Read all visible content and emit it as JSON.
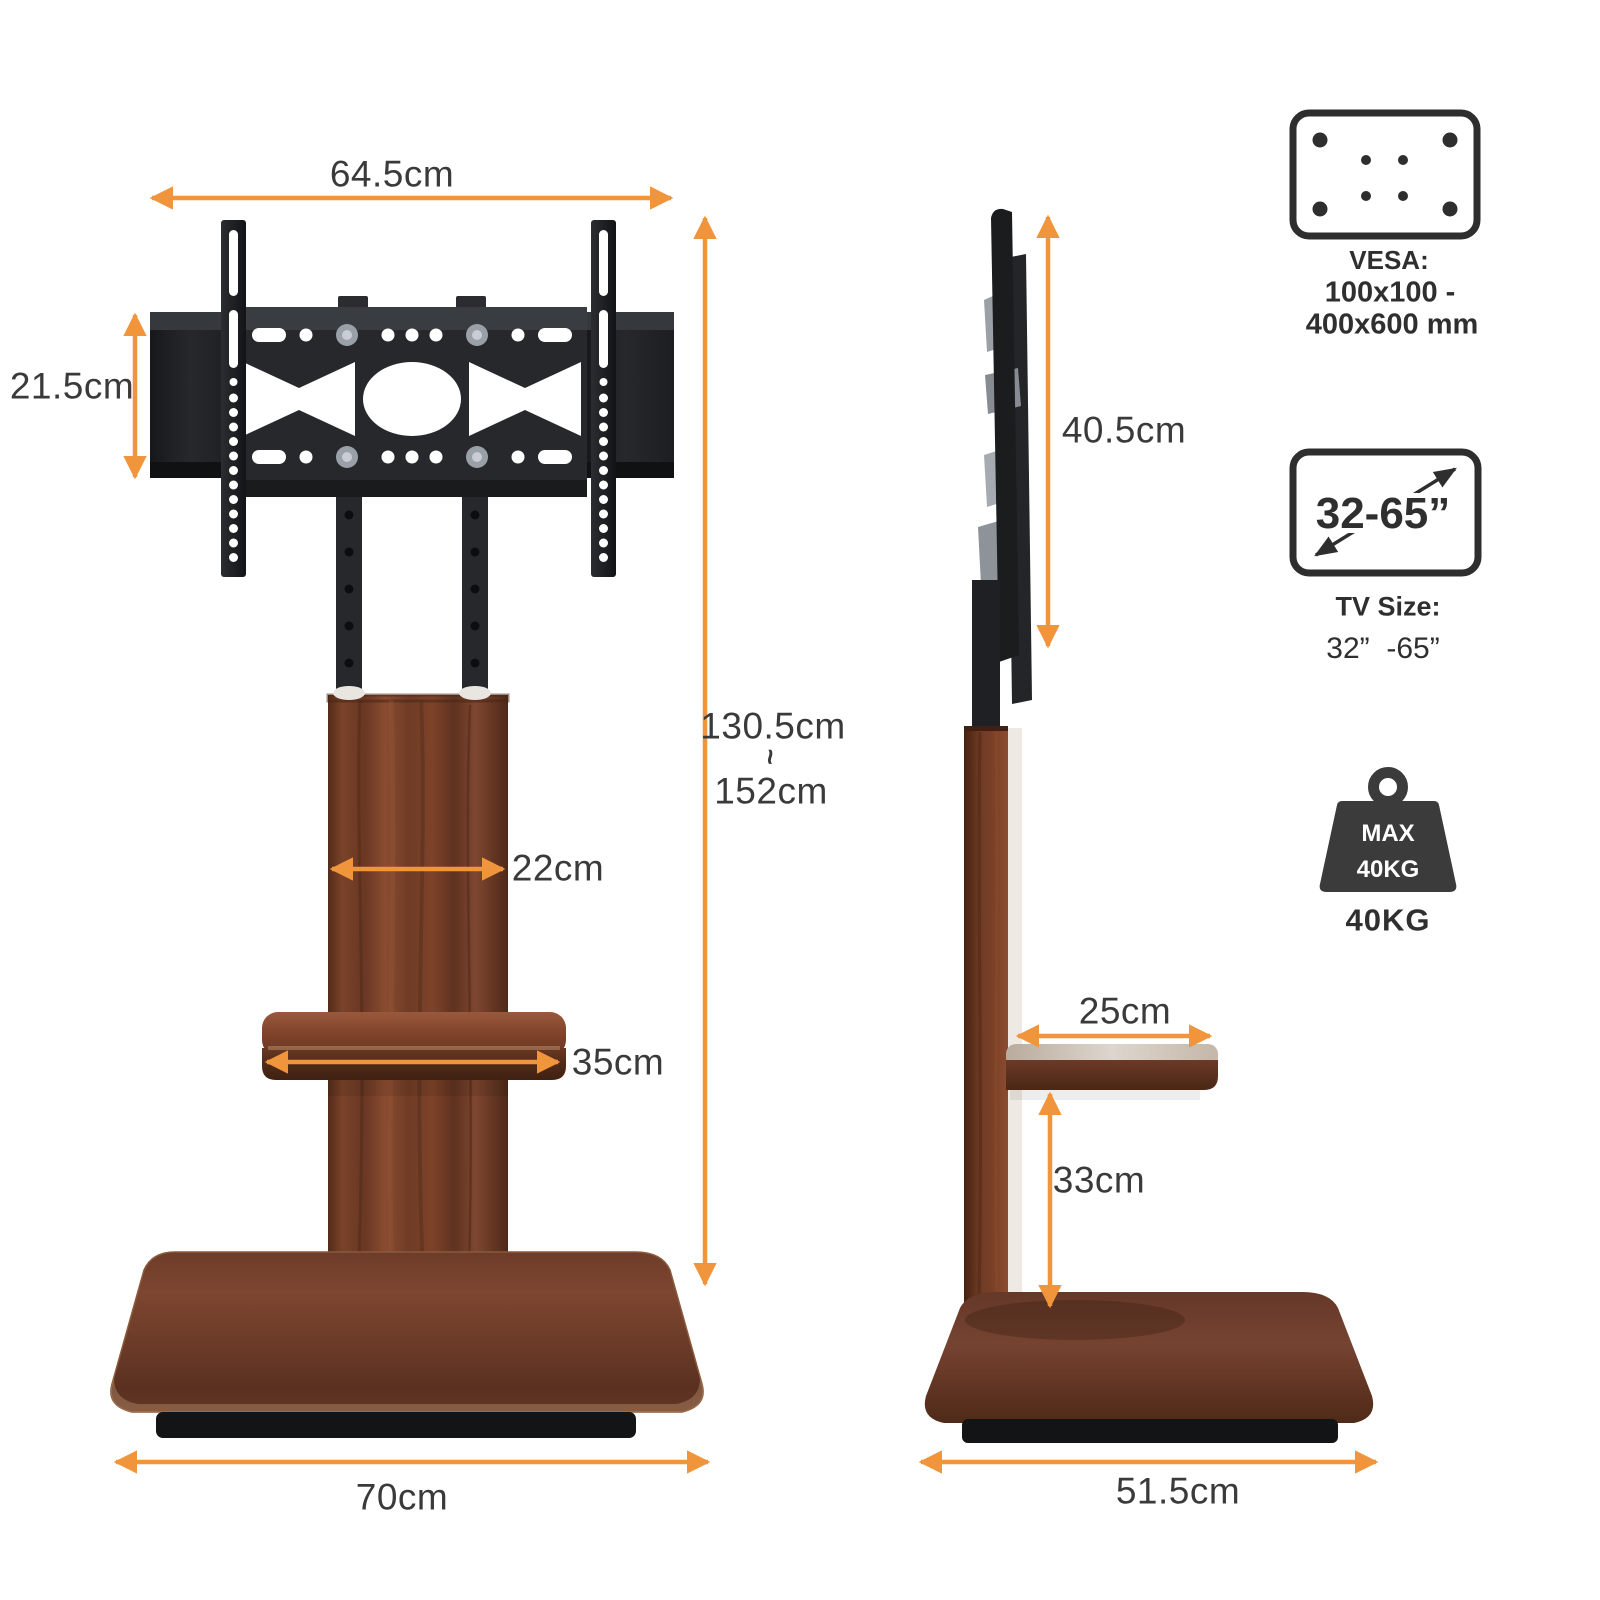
{
  "colors": {
    "accent": "#F0953B",
    "text": "#3A3A3A",
    "metal": "#232528",
    "icon_dark": "#2E2E2E",
    "wood_mid": "#7A4229"
  },
  "front_view": {
    "width_top": "64.5cm",
    "bracket_height": "21.5cm",
    "column_width": "22cm",
    "shelf_width": "35cm",
    "height_min": "130.5cm",
    "height_separator": "~",
    "height_max": "152cm",
    "base_width": "70cm"
  },
  "side_view": {
    "bracket_height": "40.5cm",
    "shelf_depth": "25cm",
    "shelf_to_base": "33cm",
    "base_depth": "51.5cm"
  },
  "specs": {
    "vesa": {
      "title": "VESA:",
      "range_line1": "100x100 -",
      "range_line2": "400x600 mm"
    },
    "tv_size": {
      "badge": "32-65”",
      "title": "TV Size:",
      "range": "32”  -65”"
    },
    "max_load": {
      "icon_line1": "MAX",
      "icon_line2": "40KG",
      "label": "40KG"
    }
  }
}
